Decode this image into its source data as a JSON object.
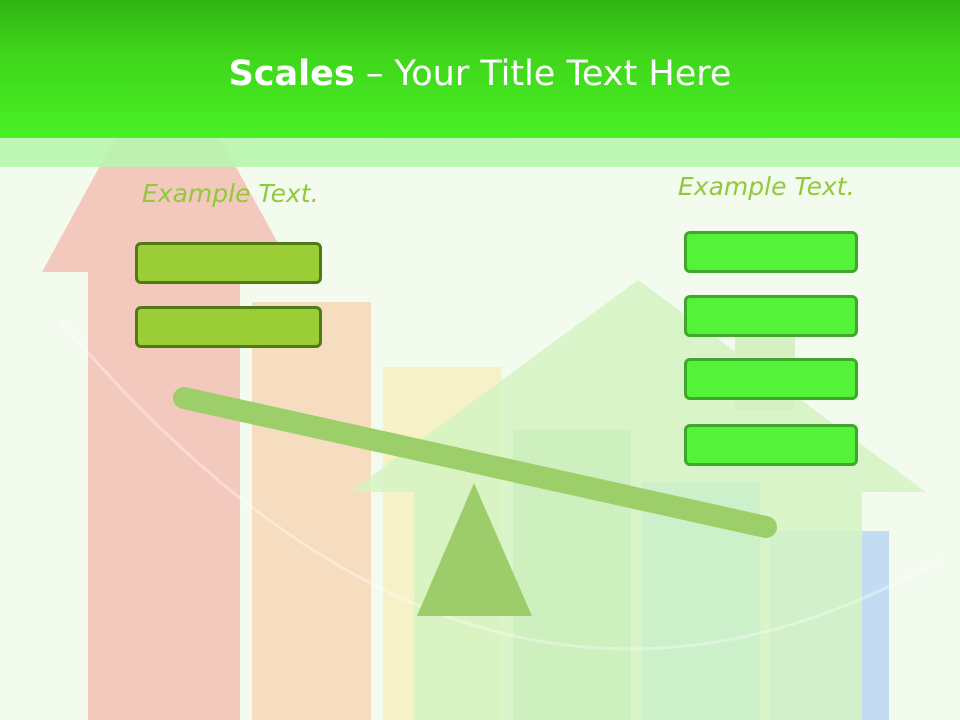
{
  "slide": {
    "title_bold": "Scales",
    "title_rest": " – Your Title Text Here"
  },
  "left_panel": {
    "label": "Example Text.",
    "box_count": 2,
    "box_color": "#9bcd36",
    "box_border": "#4f7a15"
  },
  "right_panel": {
    "label": "Example Text.",
    "box_count": 4,
    "box_color": "#55f23a",
    "box_border": "#3fa82b"
  },
  "colors": {
    "header_top": "#32b414",
    "header_bottom": "#4af126",
    "background": "#f3fbef",
    "beam": "#9ccf6a",
    "example_text": "#92c83c",
    "arrow": "#f2c6b8",
    "house": "#d8f5c4"
  },
  "icons": [
    "growth-arrow-icon",
    "house-icon",
    "balance-scale-icon"
  ]
}
